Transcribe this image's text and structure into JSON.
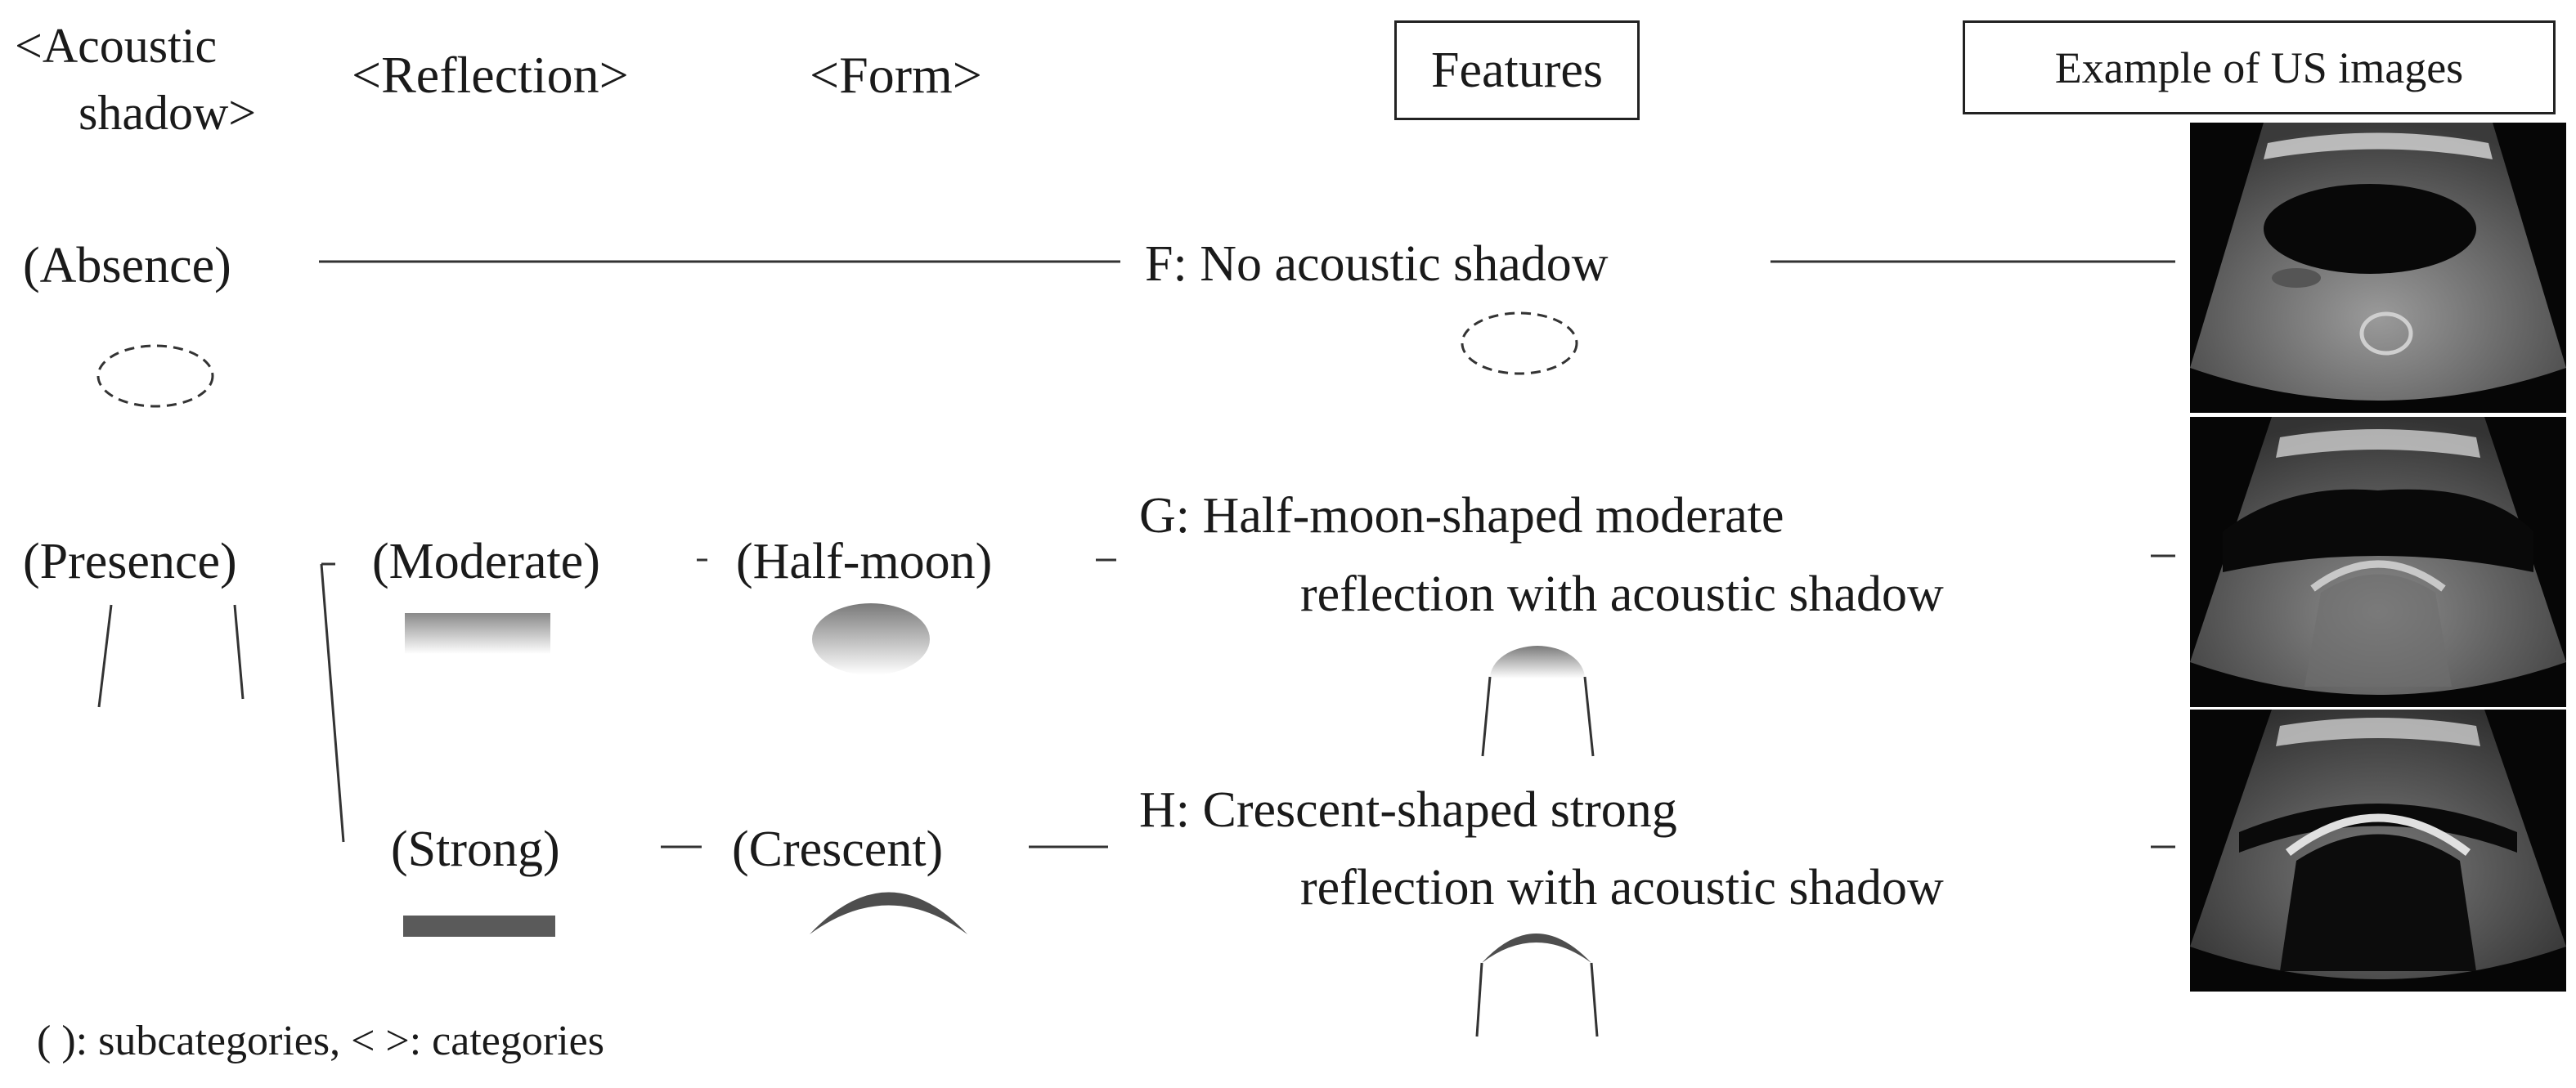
{
  "headers": {
    "acoustic_shadow_line1": "<Acoustic",
    "acoustic_shadow_line2": "shadow>",
    "reflection": "<Reflection>",
    "form": "<Form>",
    "features": "Features",
    "examples": "Example of US images"
  },
  "subcategories": {
    "absence": "(Absence)",
    "presence": "(Presence)",
    "moderate": "(Moderate)",
    "strong": "(Strong)",
    "half_moon": "(Half-moon)",
    "crescent": "(Crescent)"
  },
  "features": {
    "f": "F: No acoustic shadow",
    "g_line1": "G: Half-moon-shaped moderate",
    "g_line2": "reflection with acoustic shadow",
    "h_line1": "H: Crescent-shaped strong",
    "h_line2": "reflection with acoustic shadow"
  },
  "legend": "( ): subcategories, < >: categories",
  "colors": {
    "line": "#333333",
    "strong_fill": "#5a5a5a",
    "moderate_gradient_top": "#8a8a8a",
    "moderate_gradient_bottom": "#ffffff",
    "us_background": "#060606"
  }
}
